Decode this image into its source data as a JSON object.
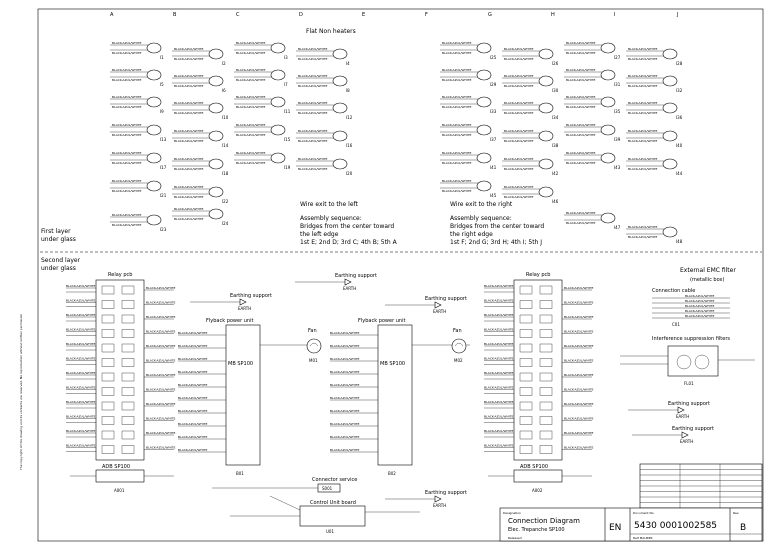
{
  "column_letters": [
    "A",
    "B",
    "C",
    "D",
    "E",
    "F",
    "G",
    "H",
    "I",
    "J"
  ],
  "first_layer": {
    "title": "Flat Non heaters",
    "label": "First layer\nunder glass",
    "left_note": {
      "line1": "Wire exit to the left",
      "assembly_label": "Assembly sequence:",
      "assembly_text": "Bridges from the center toward\nthe left edge",
      "sequence": "1st E; 2nd D; 3rd C; 4th B; 5th A"
    },
    "right_note": {
      "line1": "Wire exit to the right",
      "assembly_label": "Assembly sequence:",
      "assembly_text": "Bridges from the center toward\nthe right edge",
      "sequence": "1st F; 2nd G; 3rd H; 4th I; 5th J"
    },
    "left_ids": [
      [
        "I1",
        "I2",
        "I3",
        "I4"
      ],
      [
        "I5",
        "I6",
        "I7",
        "I8"
      ],
      [
        "I9",
        "I10",
        "I11",
        "I12"
      ],
      [
        "I13",
        "I14",
        "I15",
        "I16"
      ],
      [
        "I17",
        "I18",
        "I19",
        "I20"
      ],
      [
        "I21",
        "I22",
        "I23",
        "I24"
      ]
    ],
    "right_ids": [
      [
        "I25",
        "I26",
        "I27",
        "I28"
      ],
      [
        "I29",
        "I30",
        "I31",
        "I32"
      ],
      [
        "I33",
        "I34",
        "I35",
        "I36"
      ],
      [
        "I37",
        "I38",
        "I39",
        "I40"
      ],
      [
        "I41",
        "I42",
        "I43",
        "I44"
      ],
      [
        "I45",
        "I46",
        "I47",
        "I48"
      ]
    ],
    "wire_label": "BLACK-AZUL/WHITE"
  },
  "second_layer": {
    "label": "Second layer\nunder glass",
    "relay_left": {
      "title": "Relay pcb",
      "footer": "ADB SP100",
      "id": "A001"
    },
    "relay_right": {
      "title": "Relay pcb",
      "footer": "ADB SP100",
      "id": "A002"
    },
    "earthing": "Earthing support",
    "earth_tag": "EARTH",
    "power_left": {
      "title": "Flyback power unit",
      "model": "MB SP100",
      "id": "B01"
    },
    "power_right": {
      "title": "Flyback power unit",
      "model": "MB SP100",
      "id": "B02"
    },
    "fan": "Fan",
    "fan_left_id": "M01",
    "fan_right_id": "M02",
    "connector_service": "Connector service",
    "connector_id": "S001",
    "control_unit": {
      "title": "Control Unit board",
      "id": "U01"
    },
    "emc": {
      "title": "External EMC filter\n(metallic box)",
      "cable": "Connection cable",
      "cable_id": "C01",
      "interference": "Interference suppression filters",
      "filter_id": "FL01"
    },
    "wire_label": "BLACK-AZUL/WHITE"
  },
  "title_block": {
    "drawing_title": "Connection Diagram",
    "drawing_subtitle": "Elec. Trepanche SP100",
    "doc_no": "5430 0001002585",
    "lang": "EN",
    "rev": "B",
    "released": "Released",
    "footer_left": "Ralf MAURER",
    "designation": "Designation",
    "doc_label": "Document No.",
    "rev_label": "Rev."
  },
  "margin_note": "The copyright of this drawing and its contents are reserved. No reproduction without written permission"
}
